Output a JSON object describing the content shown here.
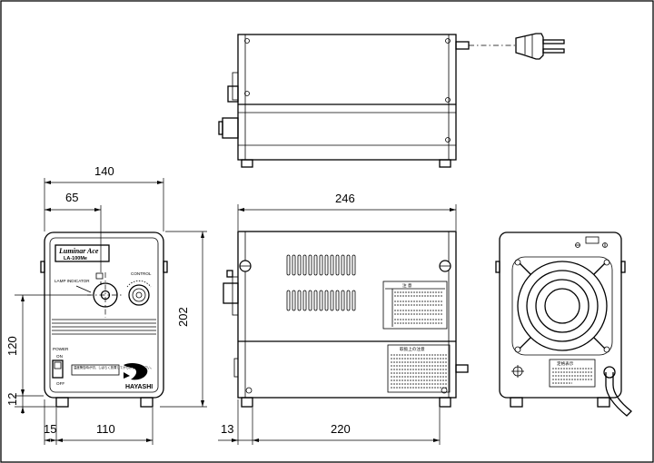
{
  "dimensions": {
    "front_width": "140",
    "front_offset": "65",
    "side_length": "246",
    "height": "202",
    "front_low_height": "120",
    "foot_height": "12",
    "foot_offset": "15",
    "foot_span_front": "110",
    "side_offset": "13",
    "foot_span_side": "220"
  },
  "front_panel": {
    "brand": "Luminar Ace",
    "model": "LA-100Me",
    "lamp_indicator": "LAMP INDICATOR",
    "control": "CONTROL",
    "power": "POWER",
    "on": "ON",
    "off": "OFF",
    "notice": "温度警告時が切、しばらく放置してからお使いください。",
    "maker": "HAYASHI"
  },
  "labels": {
    "caution_title": "注 意",
    "handling_title": "取扱上の注意",
    "rating_title": "定格表示"
  }
}
